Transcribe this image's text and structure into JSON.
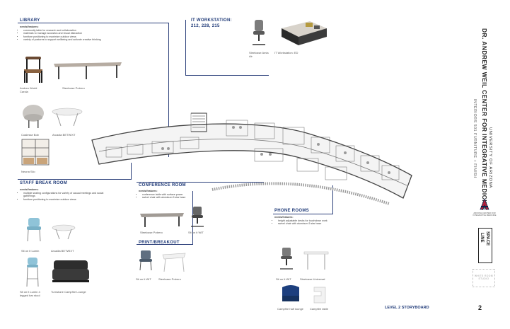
{
  "library": {
    "title": "LIBRARY",
    "needs_heading": "needs/features:",
    "needs": [
      "community table for research and collaboration",
      "materials to manage acoustics and visual distraction",
      "furniture positioning to maximize outdoor views",
      "variety of postures to support wellbeing and activate creative thinking"
    ],
    "items": [
      "Andreu World Carola",
      "Steelcase Potrero",
      "Coalesse Bob",
      "Arcadia BETWIXT",
      "Neuna Silo"
    ]
  },
  "it": {
    "title_line1": "IT WORKSTATION:",
    "title_line2": "212, 228, 215",
    "items": [
      "Steelcase Amia Air",
      "IT Workstation: ED"
    ]
  },
  "staff": {
    "title": "STAFF BREAK ROOM",
    "needs_heading": "needs/features:",
    "needs": [
      "multiple seating configurations for variety of casual meetings and social gatherings",
      "furniture positioning to maximize outdoor views"
    ],
    "items": [
      "Sit on it Lumin",
      "Arcadia BETWIXT",
      "Sit on it Lumin 4 legged bar stool",
      "Turnstone Campfire Lounge"
    ]
  },
  "conference": {
    "title": "CONFERENCE ROOM",
    "needs_heading": "needs/features:",
    "needs": [
      "conference table with surface power",
      "swivel chair with aluminum 5 star base"
    ],
    "items": [
      "Steelcase Potrero",
      "Sit on it WIT"
    ]
  },
  "print": {
    "title": "PRINT/BREAKOUT",
    "items": [
      "Sit on it WIT",
      "Steelcase Potrero"
    ]
  },
  "phone": {
    "title": "PHONE ROOMS",
    "needs_heading": "needs/features:",
    "needs": [
      "height adjustable desks for touchdown work",
      "swivel chair with aluminum 5 star base"
    ],
    "items": [
      "Sit on it WIT",
      "Steelcase Universal",
      "Campfire half lounge",
      "Campfire table"
    ]
  },
  "sidebar": {
    "title": "DR. ANDREW WEIL CENTER FOR INTEGRATIVE MEDICINE",
    "subtitle": "INTERIORS 501 FURNITURE + FINISH",
    "university": "UNIVERSITY OF ARIZONA",
    "ua_caption": "ARIZONA CENTER FOR INTEGRATIVE MEDICINE",
    "logo_line": "LINE",
    "logo_space": "SPACE",
    "studio": "WHITE ROOM STUDIO"
  },
  "footer": {
    "storyboard": "LEVEL 2 STORYBOARD",
    "page": "2"
  },
  "colors": {
    "accent": "#1f3a78",
    "ua_red": "#b0203a",
    "chair_teal": "#8fc3d8",
    "lounge_navy": "#1d3f7e"
  }
}
